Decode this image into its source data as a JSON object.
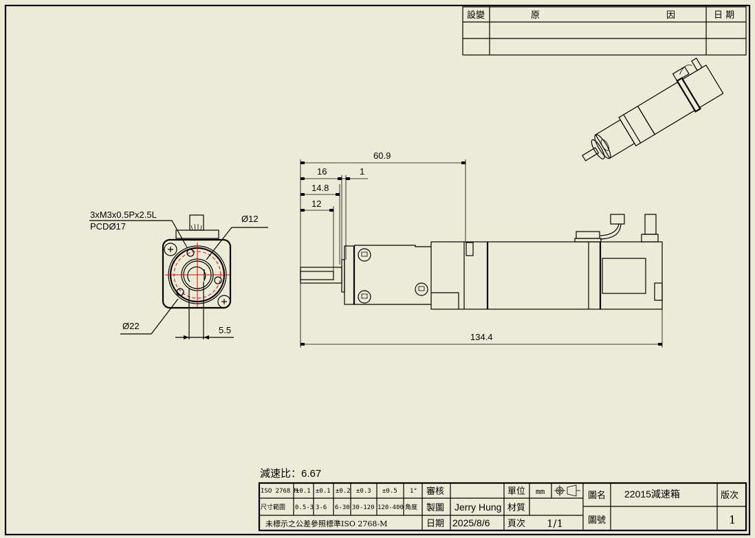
{
  "revision_table": {
    "headers": [
      "設變",
      "原",
      "因",
      "日 期"
    ],
    "rows": [
      [
        "",
        "",
        ""
      ],
      [
        "",
        "",
        ""
      ]
    ]
  },
  "front_view": {
    "thread_callout_line1": "3xM3x0.5Px2.5L",
    "thread_callout_line2": "PCDØ17",
    "dim_shaft_dia": "Ø12",
    "dim_outer_dia": "Ø22",
    "dim_flat": "5.5"
  },
  "side_view": {
    "dim_overall_gearbox": "60.9",
    "dim_16": "16",
    "dim_1": "1",
    "dim_14_8": "14.8",
    "dim_12": "12",
    "dim_total": "134.4"
  },
  "ratio_label": "減速比：6.67",
  "title_block": {
    "tolerance_std": "ISO 2768 M",
    "tolerances": [
      "±0.1",
      "±0.1",
      "±0.2",
      "±0.3",
      "±0.5",
      "1°"
    ],
    "range_label": "尺寸範圍",
    "ranges": [
      "0.5-3",
      "3-6",
      "6-30",
      "30-120",
      "120-400",
      "角度"
    ],
    "note": "未標示之公差參照標準ISO 2768-M",
    "review_label": "審核",
    "review_value": "",
    "drawn_label": "製圖",
    "drawn_value": "Jerry Hung",
    "date_label": "日期",
    "date_value": "2025/8/6",
    "unit_label": "單位",
    "unit_value": "mm",
    "material_label": "材質",
    "material_value": "",
    "page_label": "頁次",
    "page_value": "1/1",
    "name_label": "圖名",
    "name_value": "22015減速箱",
    "number_label": "圖號",
    "number_value": "",
    "version_label": "版次",
    "version_value": "1"
  },
  "colors": {
    "background": "#ECEBD8",
    "centerline": "#e00000"
  }
}
